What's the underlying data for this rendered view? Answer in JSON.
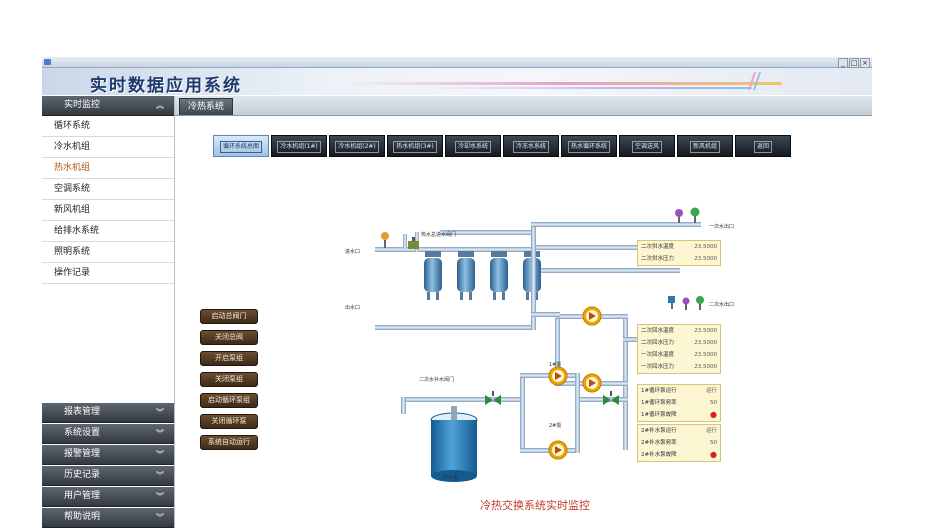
{
  "window": {
    "title": "",
    "buttons": [
      "_",
      "□",
      "×"
    ]
  },
  "app_title": "实时数据应用系统",
  "sidebar": {
    "header": "实时监控",
    "items": [
      {
        "label": "循环系统"
      },
      {
        "label": "冷水机组"
      },
      {
        "label": "热水机组",
        "active": true
      },
      {
        "label": "空调系统"
      },
      {
        "label": "新风机组"
      },
      {
        "label": "给排水系统"
      },
      {
        "label": "照明系统"
      },
      {
        "label": "操作记录"
      }
    ],
    "bottom_sections": [
      {
        "label": "报表管理"
      },
      {
        "label": "系统设置"
      },
      {
        "label": "报警管理"
      },
      {
        "label": "历史记录"
      },
      {
        "label": "用户管理"
      },
      {
        "label": "帮助说明"
      }
    ]
  },
  "tab": {
    "label": "冷热系统"
  },
  "toolbar": [
    {
      "label": "循环系统总图"
    },
    {
      "label": "冷水机组(1#)"
    },
    {
      "label": "冷水机组(2#)"
    },
    {
      "label": "热水机组(3#)"
    },
    {
      "label": "冷却水系统"
    },
    {
      "label": "冷冻水系统"
    },
    {
      "label": "热水循环系统"
    },
    {
      "label": "空调送风"
    },
    {
      "label": "新风机组"
    },
    {
      "label": "返回"
    }
  ],
  "controls": [
    {
      "label": "启动总阀门"
    },
    {
      "label": "关闭总阀"
    },
    {
      "label": "开启泵组"
    },
    {
      "label": "关闭泵组"
    },
    {
      "label": "启动循环泵组"
    },
    {
      "label": "关闭循环泵"
    },
    {
      "label": "系统自动运行"
    }
  ],
  "pipe_labels": {
    "inlet_top": "进水口",
    "valve_top": "热水总进水阀门",
    "inlet_mid": "出水口",
    "outlet_right_top": "一次水出口",
    "outlet_right_mid": "二次水出口",
    "tank_valve": "二次水补水阀门",
    "tank": "补水箱",
    "pump_a": "1#泵",
    "pump_b": "2#泵"
  },
  "panels": {
    "p1": [
      {
        "label": "二次供水温度",
        "value": "23.5000"
      },
      {
        "label": "二次供水压力",
        "value": "23.5000"
      }
    ],
    "p2": [
      {
        "label": "二次回水温度",
        "value": "23.5000"
      },
      {
        "label": "二次回水压力",
        "value": "23.5000"
      },
      {
        "label": "一次回水温度",
        "value": "23.5000"
      },
      {
        "label": "一次回水压力",
        "value": "23.5000"
      }
    ],
    "p3": [
      {
        "label": "1#循环泵运行",
        "value": "运行"
      },
      {
        "label": "1#循环泵频率",
        "value": "50"
      },
      {
        "label": "1#循环泵故障",
        "value": "●"
      }
    ],
    "p4": [
      {
        "label": "2#补水泵运行",
        "value": "运行"
      },
      {
        "label": "2#补水泵频率",
        "value": "50"
      },
      {
        "label": "2#补水泵故障",
        "value": "●"
      }
    ]
  },
  "caption": "冷热交换系统实时监控",
  "colors": {
    "pipe": "#9bb8d6",
    "vessel": "#4a86b8",
    "pump": "#f0a400",
    "tank": "#2c78b0",
    "alarm": "#e02020"
  }
}
